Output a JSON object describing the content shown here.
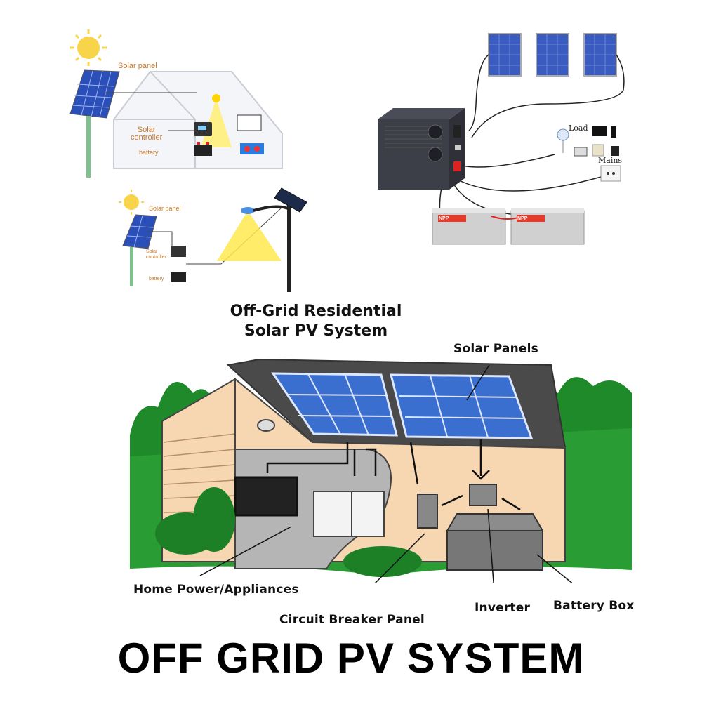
{
  "top_left_house": {
    "solar_panel_label": "Solar panel",
    "solar_controller_label": "Solar\ncontroller",
    "battery_label": "battery"
  },
  "street_light": {
    "solar_panel_label": "Solar panel",
    "solar_controller_label": "Solar\ncontroller",
    "battery_label": "battery"
  },
  "inverter_setup": {
    "load_label": "Load",
    "mains_label": "Mains",
    "battery_brand": "NPP"
  },
  "residential": {
    "title_line1": "Off-Grid Residential",
    "title_line2": "Solar PV System",
    "solar_panels": "Solar Panels",
    "home_power": "Home Power/Appliances",
    "circuit_breaker": "Circuit Breaker Panel",
    "inverter": "Inverter",
    "battery_box": "Battery Box"
  },
  "main_title": "OFF GRID PV SYSTEM",
  "colors": {
    "label_orange": "#c8792a",
    "grass_green": "#1f8a2a",
    "house_wall": "#f6d7b2",
    "panel_blue": "#3a6fd0"
  }
}
